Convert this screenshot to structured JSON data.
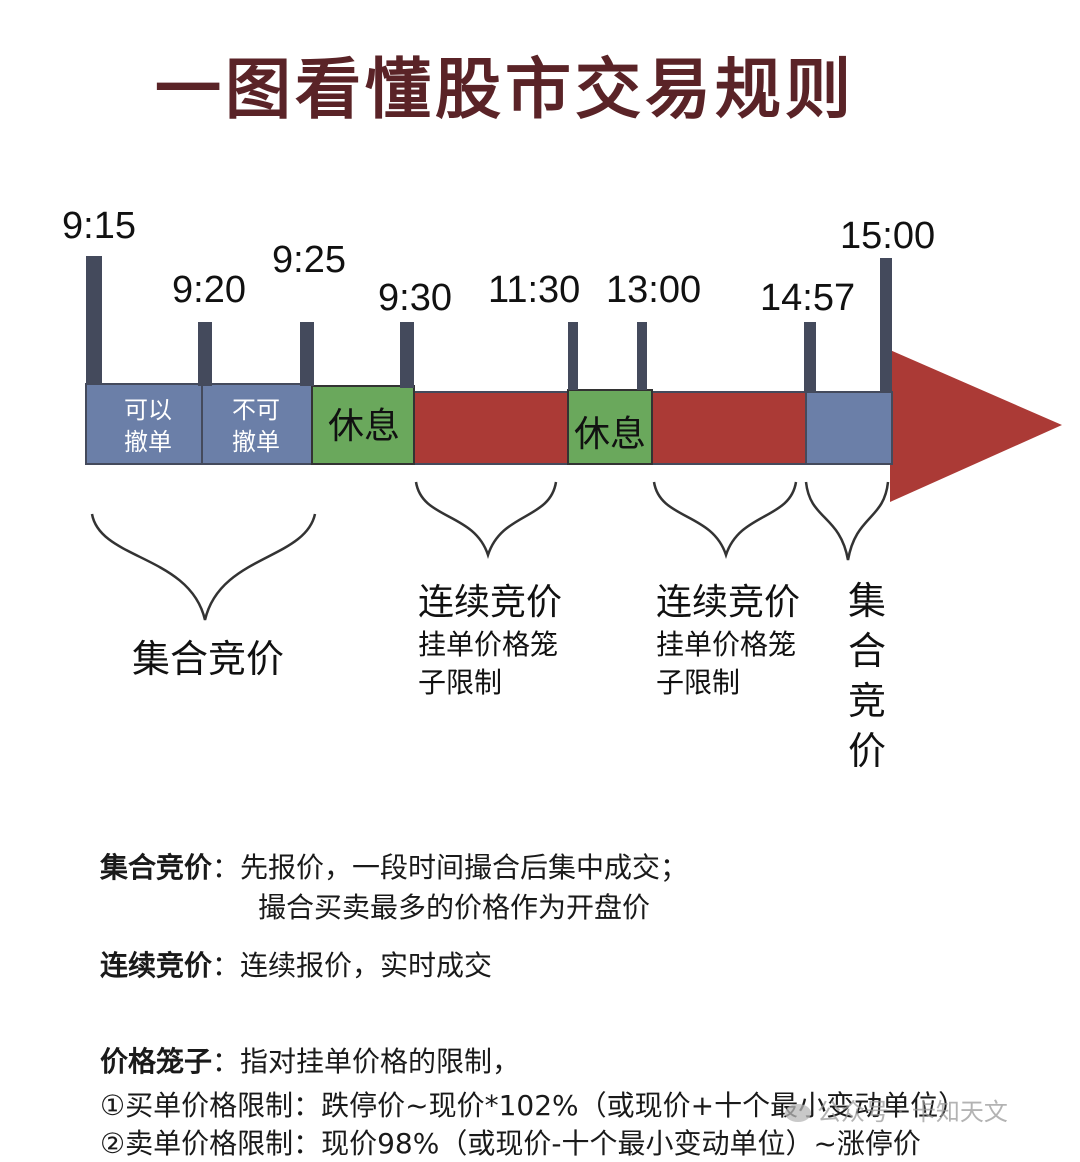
{
  "title": "一图看懂股市交易规则",
  "timeline": {
    "times": [
      "9:15",
      "9:20",
      "9:25",
      "9:30",
      "11:30",
      "13:00",
      "14:57",
      "15:00"
    ],
    "blocks": [
      {
        "line1": "可以",
        "line2": "撤单"
      },
      {
        "line1": "不可",
        "line2": "撤单"
      },
      {
        "label": "休息"
      },
      {
        "label": "休息"
      }
    ],
    "groups": [
      {
        "title": "集合竞价"
      },
      {
        "title": "连续竞价",
        "sub1": "挂单价格笼",
        "sub2": "子限制"
      },
      {
        "title": "连续竞价",
        "sub1": "挂单价格笼",
        "sub2": "子限制"
      },
      {
        "chars": [
          "集",
          "合",
          "竞",
          "价"
        ]
      }
    ],
    "colors": {
      "blue": "#6b7fa8",
      "green": "#6aa85c",
      "red": "#ab3a36",
      "dark": "#444a5c"
    }
  },
  "notes": [
    {
      "key": "集合竞价",
      "lines": [
        "：先报价，一段时间撮合后集中成交；",
        "撮合买卖最多的价格作为开盘价"
      ]
    },
    {
      "key": "连续竞价",
      "lines": [
        "：连续报价，实时成交"
      ]
    },
    {
      "key": "价格笼子",
      "lines": [
        "：指对挂单价格的限制，"
      ]
    },
    {
      "lines": [
        "①买单价格限制：跌停价~现价*102%（或现价+十个最小变动单位）"
      ]
    },
    {
      "lines": [
        "②卖单价格限制：现价98%（或现价-十个最小变动单位）~涨停价"
      ]
    }
  ],
  "watermark": "公众号 · 卡知天文"
}
